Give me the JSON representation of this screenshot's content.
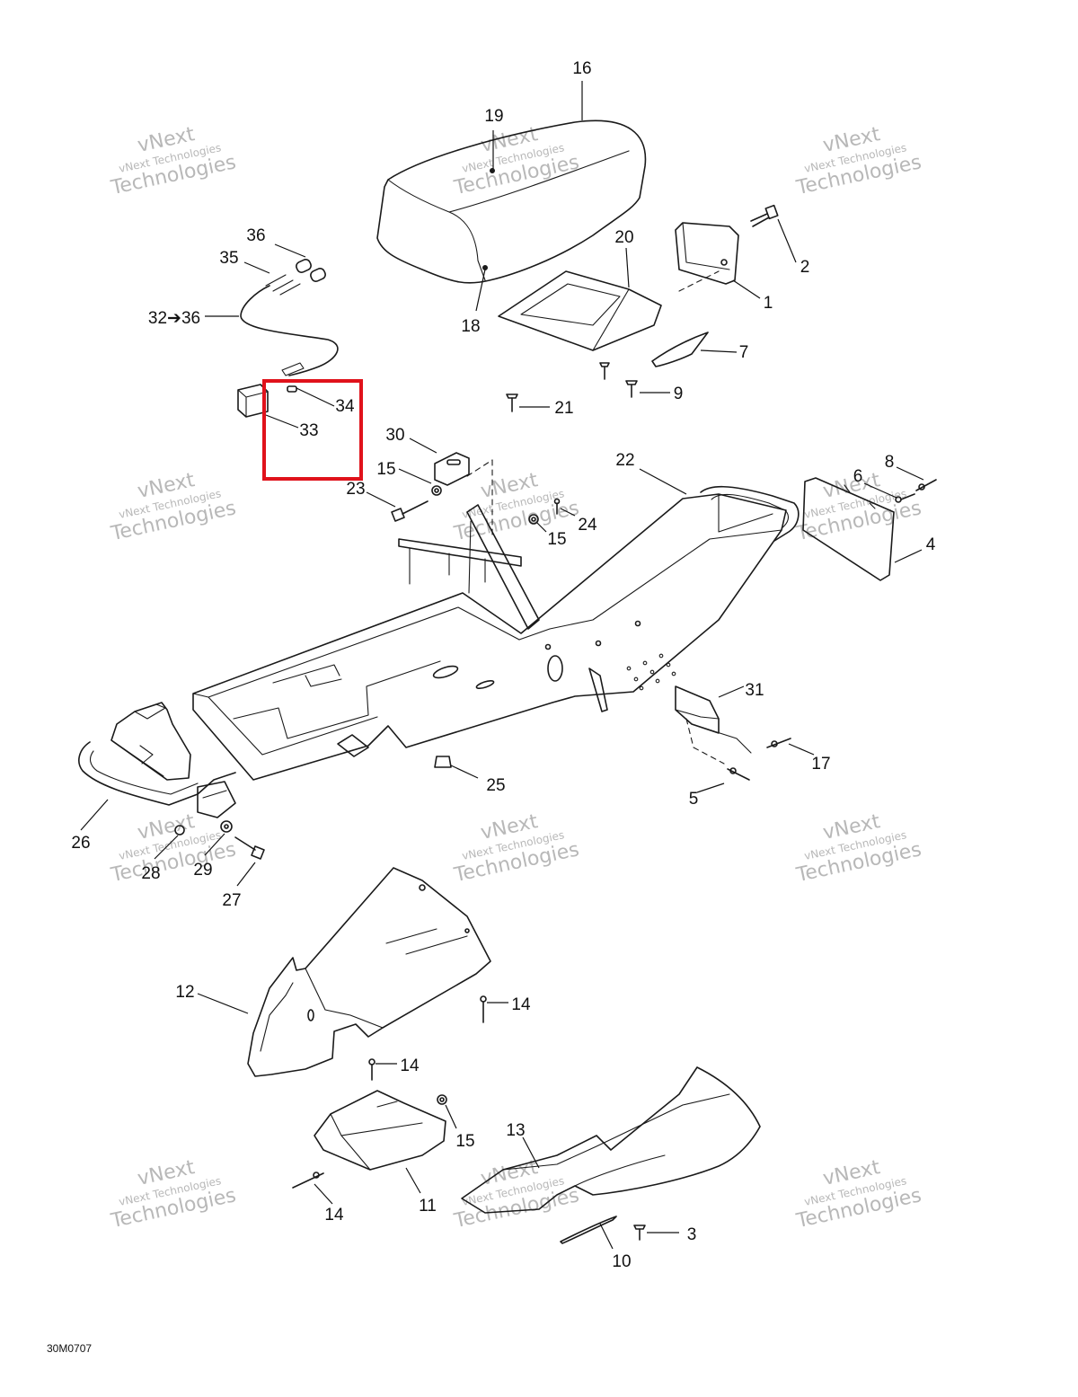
{
  "diagram": {
    "code": "30M0707",
    "highlight_color": "#e0121b",
    "watermark": {
      "brand": "vNext",
      "line": "vNext Technologies",
      "big": "Technologies",
      "color": "#b8b8b8"
    },
    "callouts": [
      {
        "id": "16",
        "text": "16"
      },
      {
        "id": "19",
        "text": "19"
      },
      {
        "id": "20",
        "text": "20"
      },
      {
        "id": "2",
        "text": "2"
      },
      {
        "id": "1",
        "text": "1"
      },
      {
        "id": "18",
        "text": "18"
      },
      {
        "id": "7",
        "text": "7"
      },
      {
        "id": "9",
        "text": "9"
      },
      {
        "id": "21",
        "text": "21"
      },
      {
        "id": "36",
        "text": "36"
      },
      {
        "id": "35",
        "text": "35"
      },
      {
        "id": "32-36",
        "text": "32➔36"
      },
      {
        "id": "34",
        "text": "34"
      },
      {
        "id": "33",
        "text": "33"
      },
      {
        "id": "30",
        "text": "30"
      },
      {
        "id": "15a",
        "text": "15"
      },
      {
        "id": "23",
        "text": "23"
      },
      {
        "id": "24",
        "text": "24"
      },
      {
        "id": "15b",
        "text": "15"
      },
      {
        "id": "22",
        "text": "22"
      },
      {
        "id": "8",
        "text": "8"
      },
      {
        "id": "6",
        "text": "6"
      },
      {
        "id": "4",
        "text": "4"
      },
      {
        "id": "31",
        "text": "31"
      },
      {
        "id": "17",
        "text": "17"
      },
      {
        "id": "5",
        "text": "5"
      },
      {
        "id": "25",
        "text": "25"
      },
      {
        "id": "26",
        "text": "26"
      },
      {
        "id": "28",
        "text": "28"
      },
      {
        "id": "29",
        "text": "29"
      },
      {
        "id": "27",
        "text": "27"
      },
      {
        "id": "12",
        "text": "12"
      },
      {
        "id": "14a",
        "text": "14"
      },
      {
        "id": "14b",
        "text": "14"
      },
      {
        "id": "15c",
        "text": "15"
      },
      {
        "id": "13",
        "text": "13"
      },
      {
        "id": "11",
        "text": "11"
      },
      {
        "id": "14c",
        "text": "14"
      },
      {
        "id": "3",
        "text": "3"
      },
      {
        "id": "10",
        "text": "10"
      }
    ],
    "highlighted_callout": "34"
  }
}
